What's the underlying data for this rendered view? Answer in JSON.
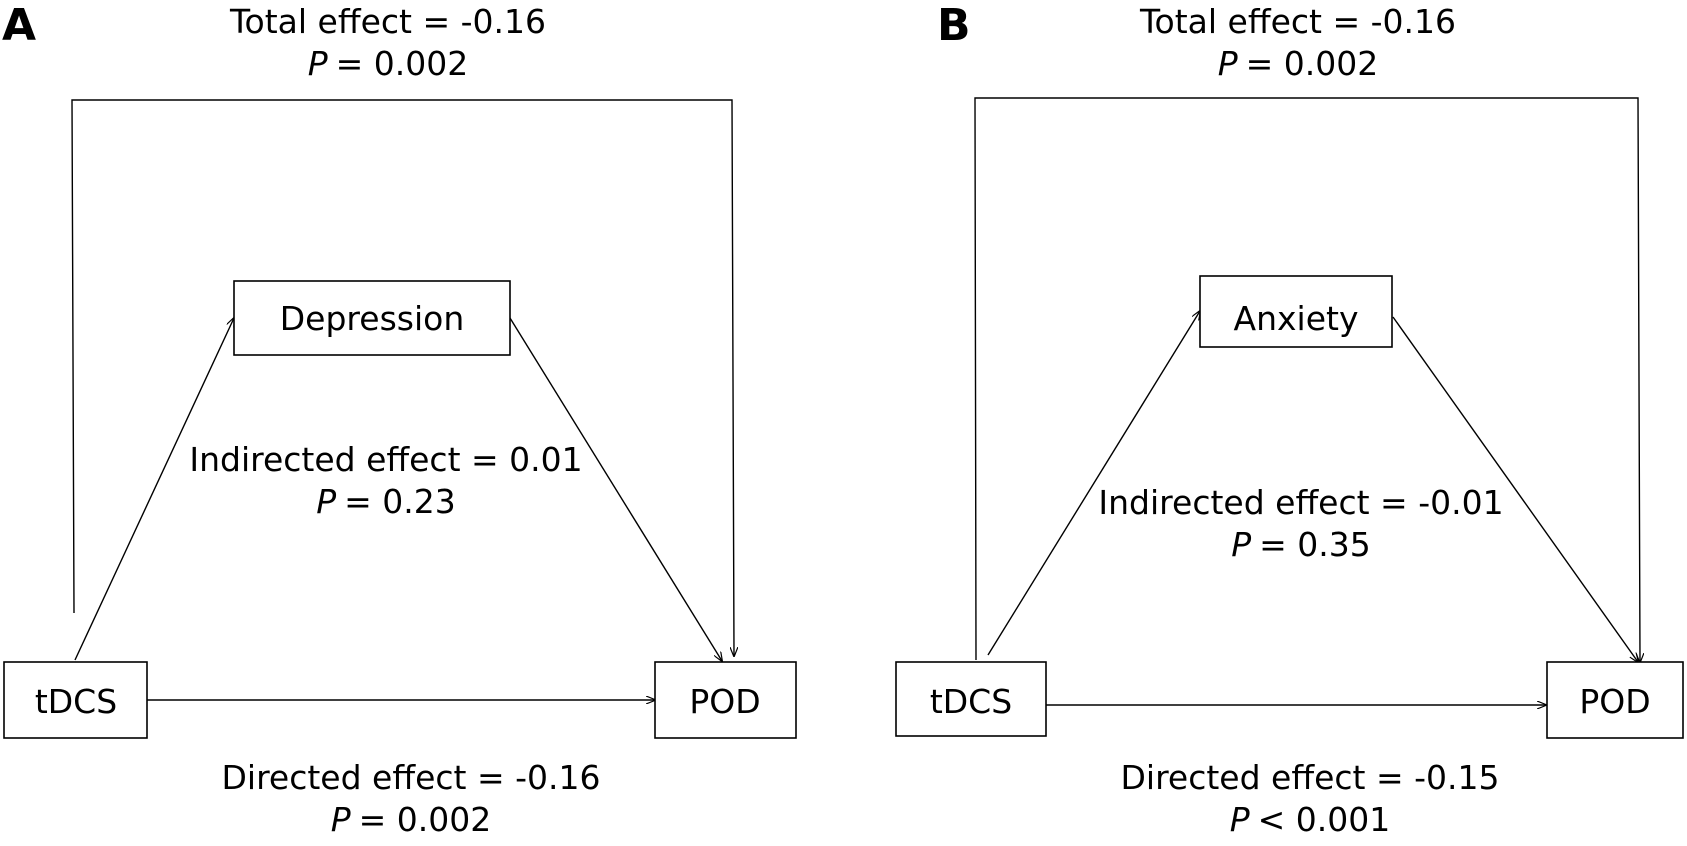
{
  "panels": [
    {
      "label": "A",
      "total_effect": "Total effect = -0.16",
      "total_p_symbol": "P",
      "total_p_value": "= 0.002",
      "mediator": "Depression",
      "indirect_effect": "Indirected effect = 0.01",
      "indirect_p_symbol": "P",
      "indirect_p_value": "= 0.23",
      "exposure": "tDCS",
      "outcome": "POD",
      "direct_effect": "Directed effect = -0.16",
      "direct_p_symbol": "P",
      "direct_p_value": "= 0.002"
    },
    {
      "label": "B",
      "total_effect": "Total effect = -0.16",
      "total_p_symbol": "P",
      "total_p_value": "= 0.002",
      "mediator": "Anxiety",
      "indirect_effect": "Indirected effect = -0.01",
      "indirect_p_symbol": "P",
      "indirect_p_value": "= 0.35",
      "exposure": "tDCS",
      "outcome": "POD",
      "direct_effect": "Directed effect = -0.15",
      "direct_p_symbol": "P",
      "direct_p_value": "< 0.001"
    }
  ]
}
